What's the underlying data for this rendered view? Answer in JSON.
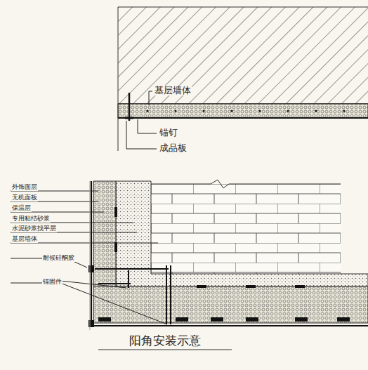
{
  "diagram": {
    "caption": "阳角安装示意",
    "labels": [
      "基层墙体",
      "锚钉",
      "成品板",
      "外饰面层",
      "无机面板",
      "保温层",
      "专用粘结砂浆",
      "水泥砂浆找平层",
      "基层墙体",
      "耐候硅酮胶",
      "锚固件"
    ]
  }
}
